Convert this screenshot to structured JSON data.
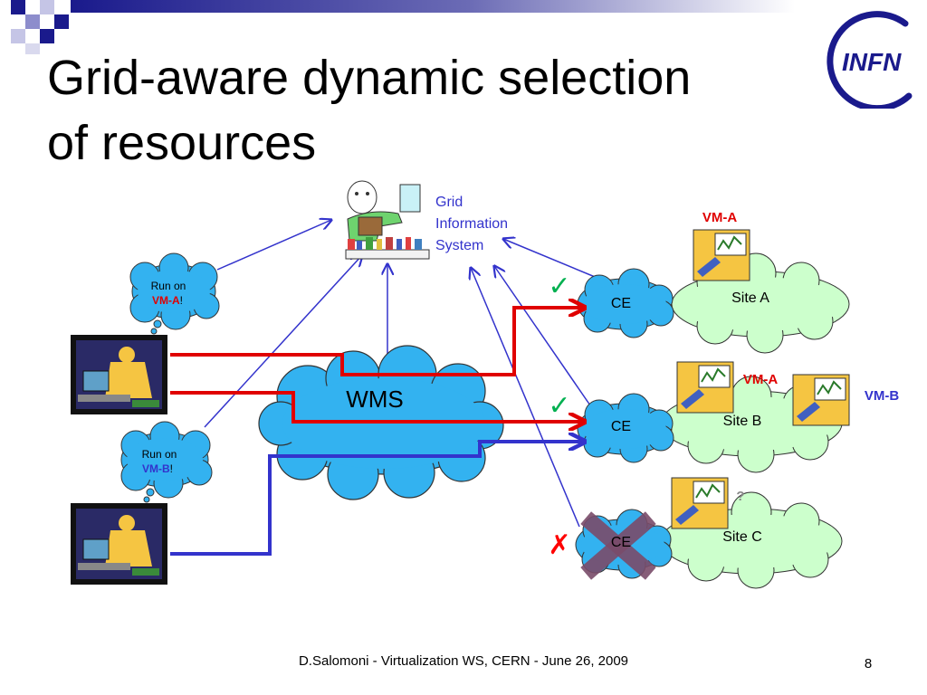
{
  "slide": {
    "title_line1": "Grid-aware dynamic selection",
    "title_line2": "of resources",
    "footer": "D.Salomoni - Virtualization WS, CERN - June 26, 2009",
    "page_number": "8",
    "logo_text": "INFN"
  },
  "diagram": {
    "gis_label_lines": [
      "Grid",
      "Information",
      "System"
    ],
    "wms_label": "WMS",
    "bubble_a_line1": "Run on",
    "bubble_a_vm": "VM-A",
    "bubble_b_line1": "Run on",
    "bubble_b_vm": "VM-B",
    "bubble_suffix": "!",
    "ce_label": "CE",
    "site_a": "Site A",
    "site_b": "Site B",
    "site_c": "Site C",
    "vm_a_label_1": "VM-A",
    "vm_a_label_2": "VM-A",
    "vm_b_label": "VM-B",
    "unknown_vm": "?",
    "check_mark": "✓",
    "cross_mark": "✗"
  },
  "colors": {
    "accent_blue": "#1a1a8c",
    "vm_a": "#e00000",
    "vm_b": "#3333cc",
    "wms_cloud": "#33b2f0",
    "ce_cloud": "#33b2f0",
    "site_cloud": "#ccffcc",
    "gis_text": "#3333cc",
    "check": "#00b050",
    "cross": "#ff0000"
  }
}
